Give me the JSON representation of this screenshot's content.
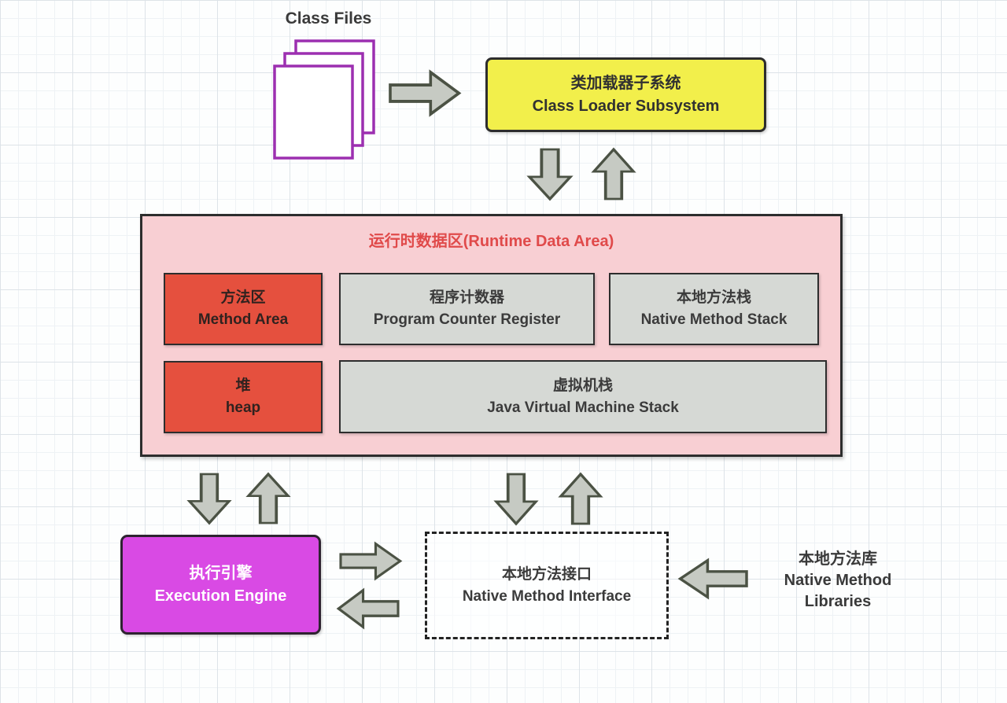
{
  "diagram": {
    "class_files": {
      "label": "Class Files"
    },
    "class_loader": {
      "line1": "类加载器子系统",
      "line2": "Class Loader Subsystem"
    },
    "runtime_area": {
      "title": "运行时数据区(Runtime Data Area)",
      "method_area": {
        "line1": "方法区",
        "line2": "Method Area"
      },
      "program_counter": {
        "line1": "程序计数器",
        "line2": "Program Counter Register"
      },
      "native_method_stack": {
        "line1": "本地方法栈",
        "line2": "Native Method Stack"
      },
      "heap": {
        "line1": "堆",
        "line2": "heap"
      },
      "jvm_stack": {
        "line1": "虚拟机栈",
        "line2": "Java Virtual Machine Stack"
      }
    },
    "execution_engine": {
      "line1": "执行引擎",
      "line2": "Execution Engine"
    },
    "native_method_interface": {
      "line1": "本地方法接口",
      "line2": "Native Method Interface"
    },
    "native_method_libraries": {
      "line1": "本地方法库",
      "line2": "Native Method",
      "line3": "Libraries"
    }
  },
  "colors": {
    "class_loader_fill": "#f2ef4b",
    "runtime_area_fill": "#f8cfd3",
    "runtime_title_text": "#e04a4a",
    "red_box_fill": "#e5503e",
    "gray_box_fill": "#d6d9d5",
    "execution_engine_fill": "#d94ae4",
    "file_icon_stroke": "#9c2fb0",
    "arrow_fill": "#c6cac3",
    "arrow_stroke": "#4b5244",
    "box_border": "#2d2d2d",
    "text_dark": "#3a3a3a",
    "text_on_magenta": "#ffffff"
  }
}
